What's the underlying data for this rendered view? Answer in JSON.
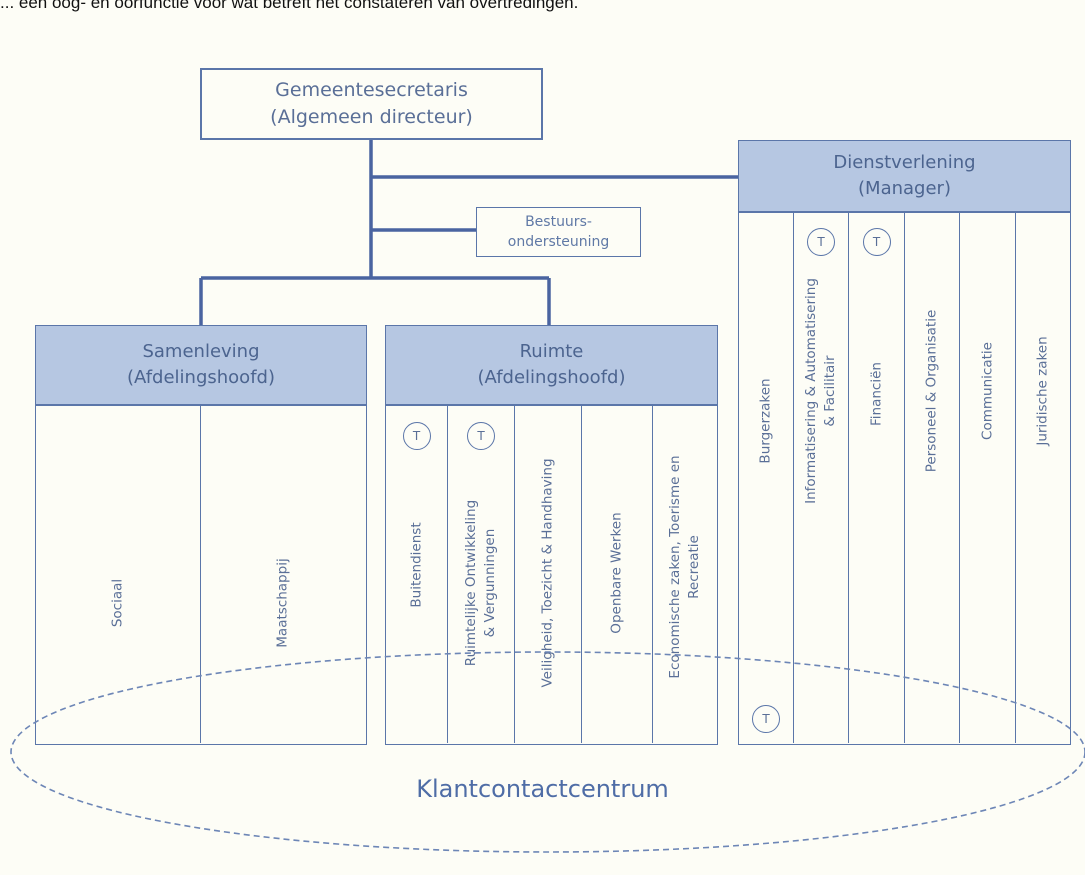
{
  "header_text": "... een oog- en oorfunctie voor wat betreft het constateren van overtredingen.",
  "top": {
    "line1": "Gemeentesecretaris",
    "line2": "(Algemeen directeur)"
  },
  "support": {
    "line1": "Bestuurs-",
    "line2": "ondersteuning"
  },
  "departments": {
    "samenleving": {
      "title": "Samenleving",
      "subtitle": "(Afdelingshoofd)",
      "units": [
        {
          "lines": [
            "Sociaal"
          ]
        },
        {
          "lines": [
            "Maatschappij"
          ]
        }
      ]
    },
    "ruimte": {
      "title": "Ruimte",
      "subtitle": "(Afdelingshoofd)",
      "units": [
        {
          "lines": [
            "Buitendienst"
          ],
          "marker": "T"
        },
        {
          "lines": [
            "Ruimtelijke Ontwikkeling",
            "& Vergunningen"
          ],
          "marker": "T"
        },
        {
          "lines": [
            "Veiligheid, Toezicht & Handhaving"
          ]
        },
        {
          "lines": [
            "Openbare Werken"
          ]
        },
        {
          "lines": [
            "Economische zaken, Toerisme en",
            "Recreatie"
          ]
        }
      ]
    },
    "dienstverlening": {
      "title": "Dienstverlening",
      "subtitle": "(Manager)",
      "units": [
        {
          "lines": [
            "Burgerzaken"
          ],
          "marker": "T",
          "marker_position": "bottom"
        },
        {
          "lines": [
            "Informatisering & Automatisering",
            "& Facilitair"
          ],
          "marker": "T"
        },
        {
          "lines": [
            "Financiën"
          ],
          "marker": "T"
        },
        {
          "lines": [
            "Personeel & Organisatie"
          ]
        },
        {
          "lines": [
            "Communicatie"
          ]
        },
        {
          "lines": [
            "Juridische zaken"
          ]
        }
      ]
    }
  },
  "klantcontact": "Klantcontactcentrum"
}
